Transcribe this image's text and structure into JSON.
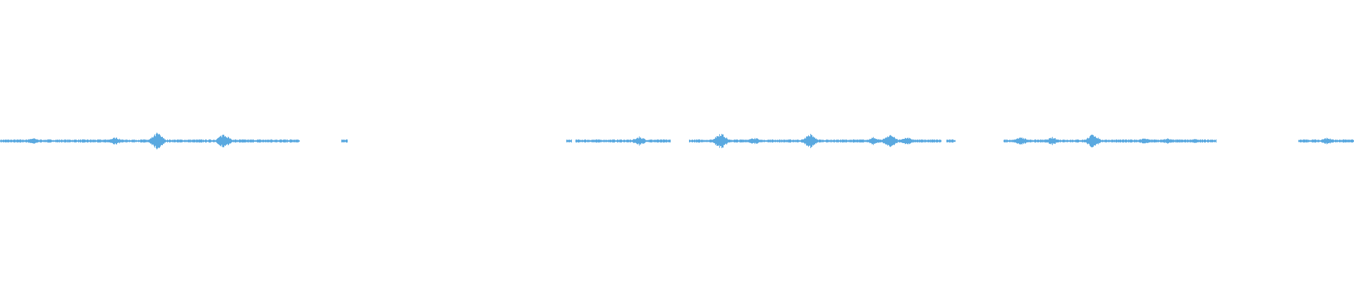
{
  "waveform": {
    "color": "#5aa9e0",
    "background": "#ffffff",
    "segments": [
      {
        "start": 0.0,
        "end": 0.221,
        "peaks": [
          [
            0.024,
            0.35
          ],
          [
            0.085,
            0.45
          ],
          [
            0.116,
            1.0
          ],
          [
            0.165,
            0.9
          ],
          [
            0.2,
            0.2
          ]
        ]
      },
      {
        "start": 0.252,
        "end": 0.256,
        "peaks": []
      },
      {
        "start": 0.418,
        "end": 0.422,
        "peaks": []
      },
      {
        "start": 0.425,
        "end": 0.495,
        "peaks": [
          [
            0.472,
            0.55
          ]
        ]
      },
      {
        "start": 0.509,
        "end": 0.695,
        "peaks": [
          [
            0.532,
            1.0
          ],
          [
            0.557,
            0.4
          ],
          [
            0.598,
            0.85
          ],
          [
            0.645,
            0.45
          ],
          [
            0.657,
            0.85
          ],
          [
            0.67,
            0.45
          ]
        ]
      },
      {
        "start": 0.699,
        "end": 0.705,
        "peaks": []
      },
      {
        "start": 0.741,
        "end": 0.898,
        "peaks": [
          [
            0.754,
            0.5
          ],
          [
            0.777,
            0.45
          ],
          [
            0.807,
            0.85
          ],
          [
            0.845,
            0.35
          ],
          [
            0.862,
            0.3
          ],
          [
            0.882,
            0.25
          ]
        ]
      },
      {
        "start": 0.959,
        "end": 1.0,
        "peaks": [
          [
            0.963,
            0.2
          ],
          [
            0.98,
            0.4
          ]
        ]
      }
    ]
  }
}
